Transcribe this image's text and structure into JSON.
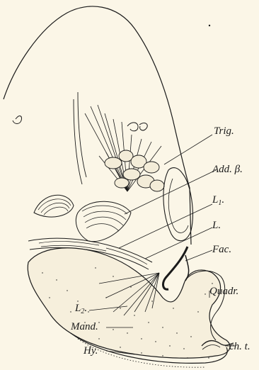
{
  "labels": {
    "trig": "Trig.",
    "add_beta": "Add. β.",
    "l1_base": "L",
    "l1_sub": "1",
    "l1_dot": ".",
    "l": "L.",
    "fac": "Fac.",
    "quadr": "Quadr.",
    "l2_base": "L",
    "l2_sub": "2",
    "l2_dot": ".",
    "mand": "Mand.",
    "hy": "Hy.",
    "ch_t": "ch. t."
  },
  "colors": {
    "background": "#fbf6e7",
    "ink": "#1a1a1a"
  }
}
